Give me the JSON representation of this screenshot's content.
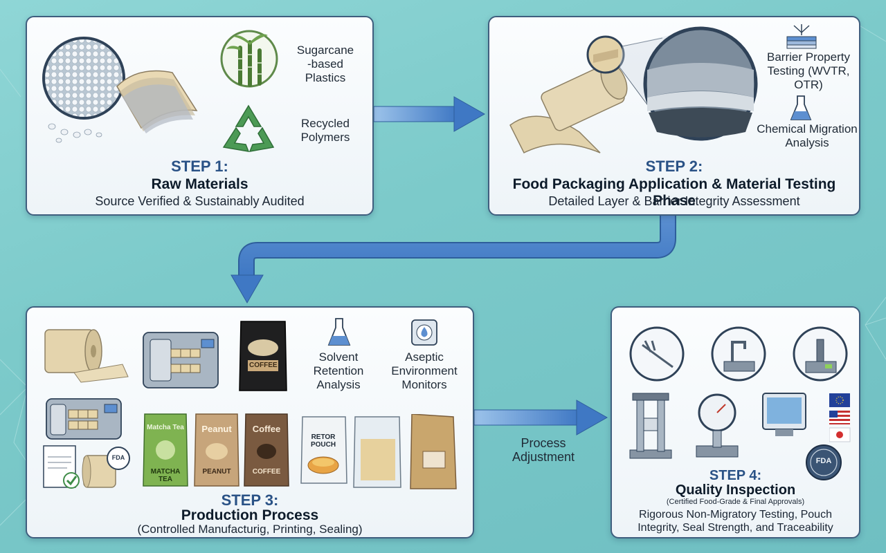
{
  "step1": {
    "step": "STEP 1:",
    "name": "Raw Materials",
    "subtitle": "Source Verified & Sustainably Audited",
    "item1_line1": "Sugarcane",
    "item1_line2": "-based",
    "item1_line3": "Plastics",
    "item2_line1": "Recycled",
    "item2_line2": "Polymers"
  },
  "step2": {
    "step": "STEP 2:",
    "name": "Food Packaging Application & Material Testing Phase",
    "subtitle": "Detailed Layer & Barrier Integrity Assessment",
    "test1_line1": "Barrier Property",
    "test1_line2": "Testing (WVTR,",
    "test1_line3": "OTR)",
    "test2_line1": "Chemical Migration",
    "test2_line2": "Analysis"
  },
  "step3": {
    "step": "STEP 3:",
    "name": "Production Process",
    "subtitle": "(Controlled Manufacturig, Printing, Sealing)",
    "monitor1_line1": "Solvent",
    "monitor1_line2": "Retention",
    "monitor1_line3": "Analysis",
    "monitor2_line1": "Aseptic",
    "monitor2_line2": "Environment",
    "monitor2_line3": "Monitors",
    "bag_coffee_top": "COFFEE",
    "bag1_top": "Matcha Tea",
    "bag1_bottom": "MATCHA TEA",
    "bag2_top": "Peanut",
    "bag2_bottom": "PEANUT",
    "bag3_top": "Coffee",
    "bag3_bottom": "COFFEE",
    "retort_line1": "RETOR",
    "retort_line2": "POUCH",
    "fda_badge": "FDA"
  },
  "step4": {
    "step": "STEP 4:",
    "name": "Quality Inspection",
    "note": "(Certified Food-Grade & Final Approvals)",
    "desc_line1": "Rigorous Non-Migratory Testing, Pouch",
    "desc_line2": "Integrity, Seal Strength, and Traceability",
    "fda_badge": "FDA"
  },
  "arrow_label_line1": "Process",
  "arrow_label_line2": "Adjustment",
  "colors": {
    "step_title": "#2a5286",
    "arrow": "#3f78c4",
    "card_border": "#3f5e7e"
  }
}
